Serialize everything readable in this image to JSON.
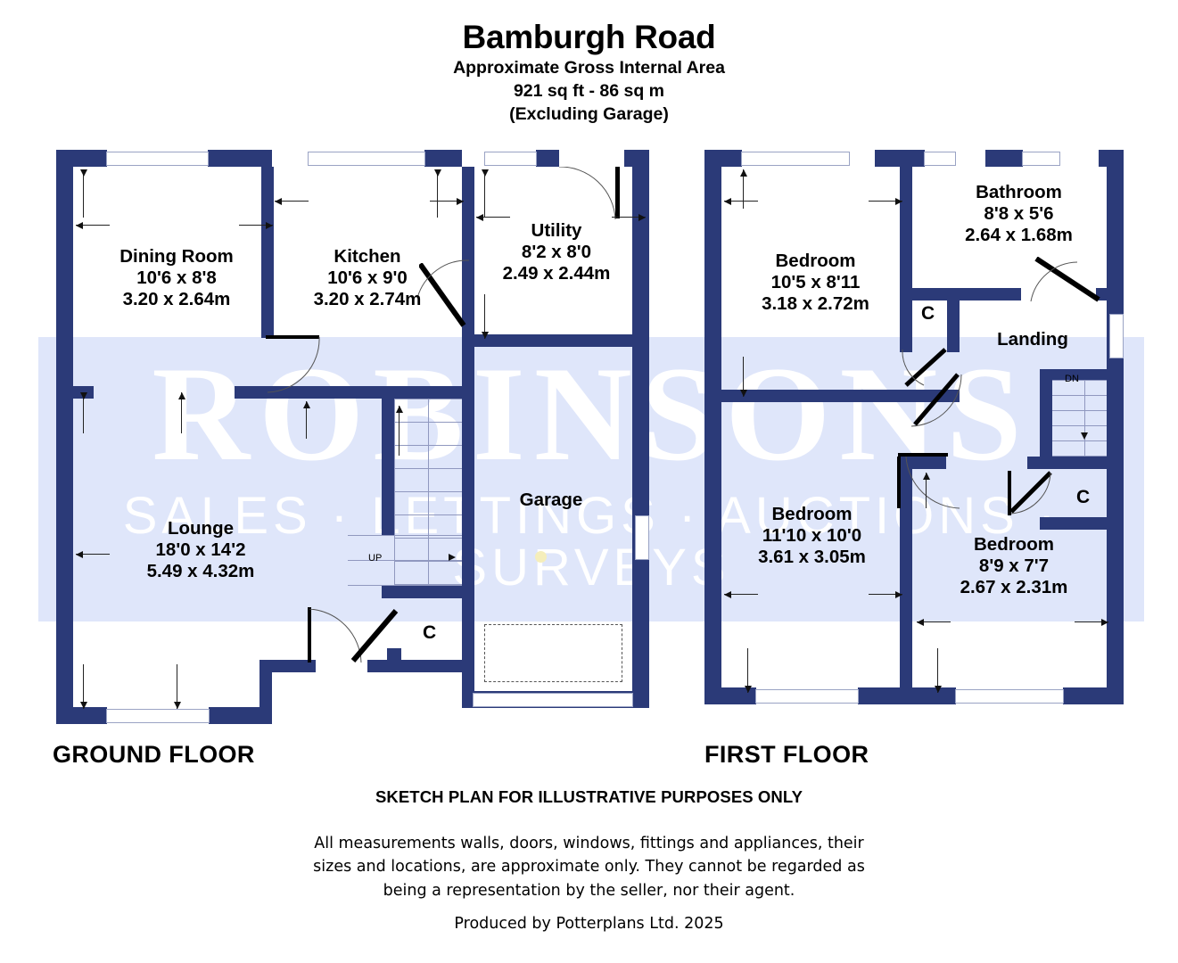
{
  "header": {
    "title": "Bamburgh Road",
    "subtitle_1": "Approximate Gross Internal Area",
    "subtitle_2": "921 sq ft - 86 sq m",
    "subtitle_3": "(Excluding Garage)"
  },
  "watermark": {
    "line1": "ROBINSONS",
    "line2": "SALES · LETTINGS · AUCTIONS · SURVEYS",
    "band_color": "#dfe6fa",
    "text_color": "#ffffff"
  },
  "colors": {
    "wall": "#2b3a78",
    "window": "#ffffff",
    "text": "#000000",
    "stair_line": "#9098bf"
  },
  "ground_floor": {
    "label": "GROUND FLOOR",
    "rooms": [
      {
        "name": "Dining Room",
        "imperial": "10'6 x 8'8",
        "metric": "3.20 x 2.64m"
      },
      {
        "name": "Kitchen",
        "imperial": "10'6 x 9'0",
        "metric": "3.20 x 2.74m"
      },
      {
        "name": "Utility",
        "imperial": "8'2 x 8'0",
        "metric": "2.49 x 2.44m"
      },
      {
        "name": "Lounge",
        "imperial": "18'0 x 14'2",
        "metric": "5.49 x 4.32m"
      },
      {
        "name": "Garage",
        "imperial": "",
        "metric": ""
      }
    ],
    "cupboards": [
      {
        "label": "C"
      }
    ],
    "stairs": [
      {
        "label": "UP"
      }
    ]
  },
  "first_floor": {
    "label": "FIRST FLOOR",
    "rooms": [
      {
        "name": "Bedroom",
        "imperial": "10'5 x 8'11",
        "metric": "3.18 x 2.72m"
      },
      {
        "name": "Bathroom",
        "imperial": "8'8 x 5'6",
        "metric": "2.64 x 1.68m"
      },
      {
        "name": "Bedroom",
        "imperial": "11'10 x 10'0",
        "metric": "3.61 x 3.05m"
      },
      {
        "name": "Bedroom",
        "imperial": "8'9 x 7'7",
        "metric": "2.67 x 2.31m"
      },
      {
        "name": "Landing",
        "imperial": "",
        "metric": ""
      }
    ],
    "cupboards": [
      {
        "label": "C"
      },
      {
        "label": "C"
      }
    ],
    "stairs": [
      {
        "label": "DN"
      }
    ]
  },
  "footer": {
    "sketch_note": "SKETCH PLAN FOR ILLUSTRATIVE PURPOSES ONLY",
    "disclaimer_line_1": "All measurements walls, doors, windows, fittings and appliances, their",
    "disclaimer_line_2": "sizes and locations, are approximate only. They cannot be regarded as",
    "disclaimer_line_3": "being a representation by the seller, nor their agent.",
    "produced_by": "Produced by Potterplans Ltd. 2025"
  }
}
